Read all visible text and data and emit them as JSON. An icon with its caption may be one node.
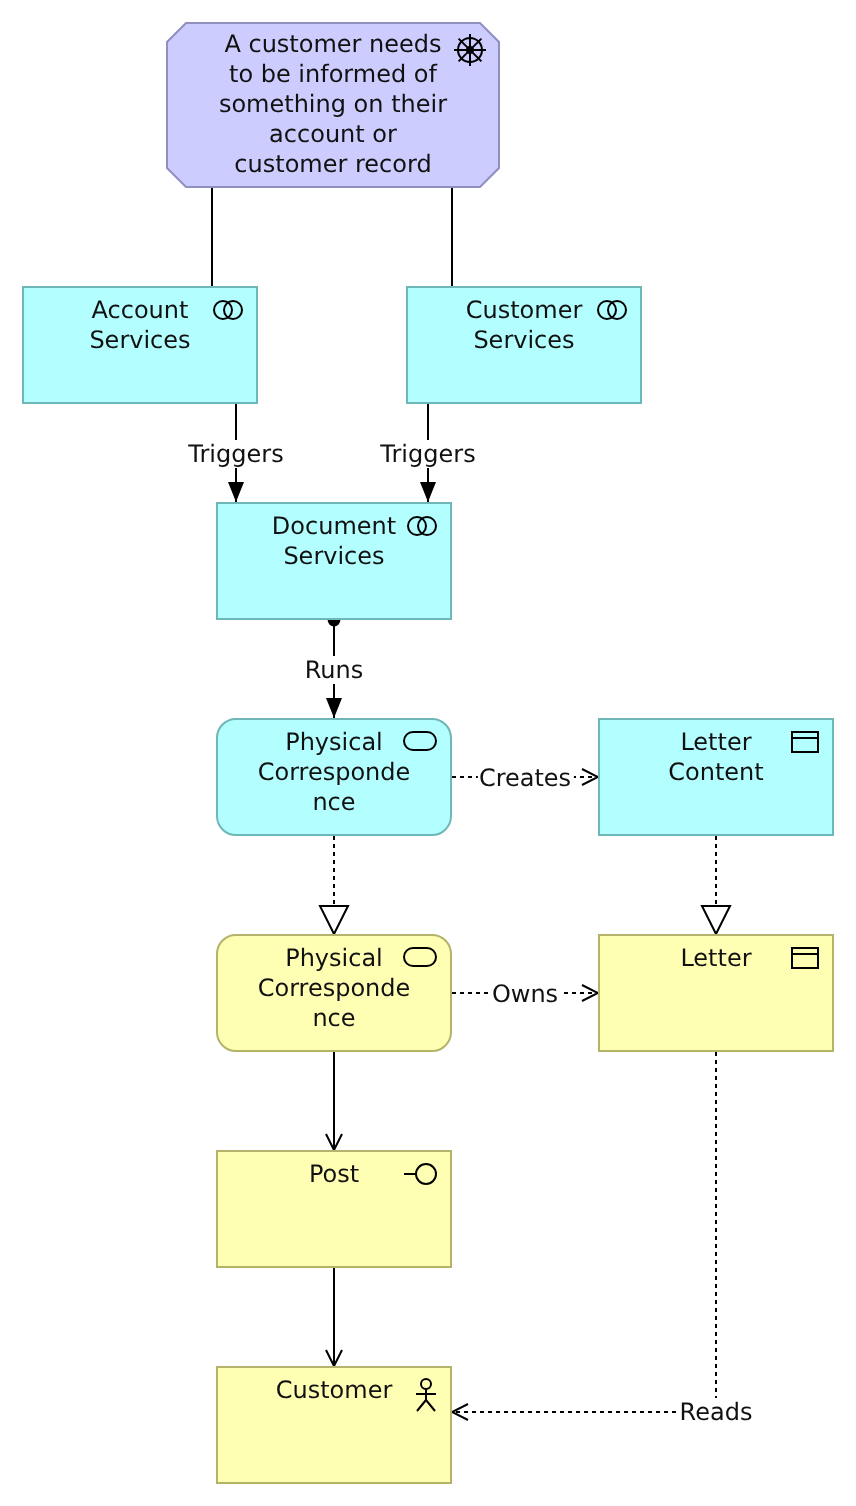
{
  "diagram": {
    "nodes": [
      {
        "text": [
          "A customer needs to be informed of something on their account or customer record"
        ]
      },
      {
        "text": [
          "Account Services"
        ]
      },
      {
        "text": [
          "Customer Services"
        ]
      },
      {
        "text": [
          "Document Services"
        ]
      },
      {
        "text": [
          "Physical Correspondence"
        ]
      },
      {
        "text": [
          "Letter Content"
        ]
      },
      {
        "text": [
          "Physical Correspondence"
        ]
      },
      {
        "text": [
          "Letter"
        ]
      },
      {
        "text": [
          "Post"
        ]
      },
      {
        "text": [
          "Customer"
        ]
      }
    ],
    "edges": [
      {
        "from": 0,
        "to": 1,
        "arrow": "none"
      },
      {
        "from": 0,
        "to": 2,
        "arrow": "none"
      },
      {
        "from": 1,
        "to": 3,
        "arrow": "to",
        "label": "Triggers"
      },
      {
        "from": 2,
        "to": 3,
        "arrow": "to",
        "label": "Triggers"
      },
      {
        "from": 3,
        "to": 4,
        "arrow": "to",
        "label": "Runs"
      },
      {
        "from": 4,
        "to": 5,
        "arrow": "to",
        "label": "Creates",
        "style": "dashed"
      },
      {
        "from": 4,
        "to": 6,
        "arrow": "to",
        "style": "dashed"
      },
      {
        "from": 5,
        "to": 7,
        "arrow": "to",
        "style": "dashed"
      },
      {
        "from": 6,
        "to": 7,
        "arrow": "to",
        "label": "Owns",
        "style": "dashed"
      },
      {
        "from": 6,
        "to": 8,
        "arrow": "to"
      },
      {
        "from": 8,
        "to": 9,
        "arrow": "to"
      },
      {
        "from": 7,
        "to": 9,
        "arrow": "to",
        "label": "Reads",
        "style": "dashed"
      }
    ]
  }
}
